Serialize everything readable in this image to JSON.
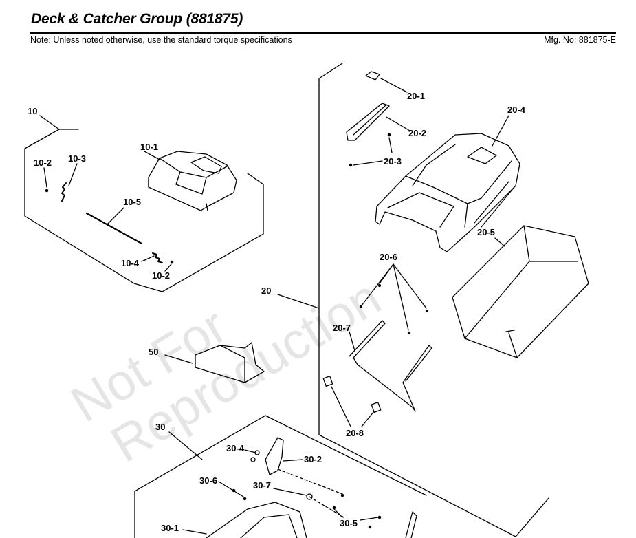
{
  "header": {
    "title": "Deck & Catcher Group (881875)",
    "note": "Note: Unless noted otherwise, use the standard torque specifications",
    "mfg_no": "Mfg. No: 881875-E"
  },
  "watermark": {
    "line1": "Not For",
    "line2": "Reproduction"
  },
  "callouts": {
    "c10": "10",
    "c10_1": "10-1",
    "c10_2a": "10-2",
    "c10_3": "10-3",
    "c10_5": "10-5",
    "c10_4": "10-4",
    "c10_2b": "10-2",
    "c20": "20",
    "c20_1": "20-1",
    "c20_2": "20-2",
    "c20_3": "20-3",
    "c20_4": "20-4",
    "c20_5": "20-5",
    "c20_6": "20-6",
    "c20_7": "20-7",
    "c20_8": "20-8",
    "c30": "30",
    "c30_1": "30-1",
    "c30_2": "30-2",
    "c30_4": "30-4",
    "c30_5": "30-5",
    "c30_6": "30-6",
    "c30_7": "30-7",
    "c50": "50"
  }
}
